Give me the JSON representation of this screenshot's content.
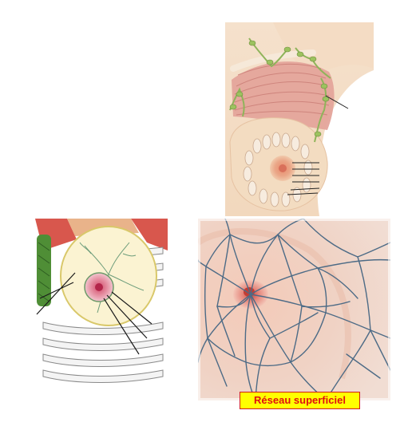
{
  "figures": {
    "top": {
      "illustration": "breast-lymphatics-axilla-illustration"
    },
    "bottom_left": {
      "illustration": "breast-lymph-drainage-ribcage-illustration"
    },
    "bottom_right": {
      "illustration": "superficial-lymphatic-network-illustration",
      "caption": "Réseau superficiel"
    }
  },
  "colors": {
    "caption_background": "#ffff00",
    "caption_text": "#e01010",
    "caption_border": "#d11b1b",
    "skin": "#f3ddc6",
    "muscle": "#e3a29a",
    "lymph_vessel_green": "#8fb45a",
    "superficial_network_blue": "#4d6b86"
  }
}
